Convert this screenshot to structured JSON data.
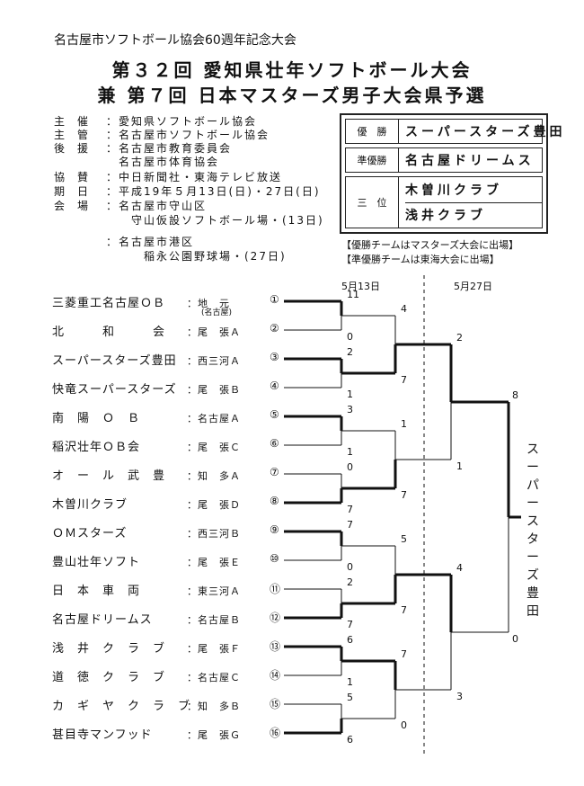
{
  "header": {
    "organizer_line": "名古屋市ソフトボール協会60週年記念大会",
    "title_line1": "第３２回 愛知県壮年ソフトボール大会",
    "title_line2": "兼 第７回 日本マスターズ男子大会県予選"
  },
  "info": [
    {
      "label": "主催",
      "value": "：愛知県ソフトボール協会"
    },
    {
      "label": "主管",
      "value": "：名古屋市ソフトボール協会"
    },
    {
      "label": "後援",
      "value": "：名古屋市教育委員会"
    },
    {
      "label": "",
      "value": "　名古屋市体育協会"
    },
    {
      "label": "協賛",
      "value": "：中日新聞社・東海テレビ放送"
    },
    {
      "label": "期日",
      "value": "：平成19年５月13日(日)・27日(日)"
    },
    {
      "label": "会場",
      "value": "：名古屋市守山区"
    },
    {
      "label": "",
      "value": "　　守山仮設ソフトボール場・(13日)"
    },
    {
      "label": "",
      "value": "：名古屋市港区"
    },
    {
      "label": "",
      "value": "　　　稲永公園野球場・(27日)"
    }
  ],
  "results": {
    "rows": [
      {
        "label": "優　勝",
        "value": "スーパースターズ豊田"
      },
      {
        "label": "準優勝",
        "value": "名古屋ドリームス"
      },
      {
        "label": "三　位",
        "value": "木曽川クラブ"
      },
      {
        "label": "",
        "value": "浅井クラブ"
      }
    ]
  },
  "notes": [
    "【優勝チームはマスターズ大会に出場】",
    "【準優勝チームは東海大会に出場】"
  ],
  "dates": {
    "day1": "5月13日",
    "day2": "5月27日"
  },
  "teams": [
    {
      "name": "三菱重工名古屋ＯＢ",
      "region": "：地　元",
      "region2": "(名古屋)",
      "num": "①"
    },
    {
      "name": "北　　　和　　　会",
      "region": "：尾　張Ａ",
      "num": "②"
    },
    {
      "name": "スーパースターズ豊田",
      "region": "：西三河Ａ",
      "num": "③"
    },
    {
      "name": "快竜スーパースターズ",
      "region": "：尾　張Ｂ",
      "num": "④"
    },
    {
      "name": "南　陽　Ｏ　Ｂ",
      "region": "：名古屋Ａ",
      "num": "⑤"
    },
    {
      "name": "稲沢壮年ＯＢ会",
      "region": "：尾　張Ｃ",
      "num": "⑥"
    },
    {
      "name": "オ　ー　ル　武　豊",
      "region": "：知　多Ａ",
      "num": "⑦"
    },
    {
      "name": "木曽川クラブ",
      "region": "：尾　張Ｄ",
      "num": "⑧"
    },
    {
      "name": "ＯＭスターズ",
      "region": "：西三河Ｂ",
      "num": "⑨"
    },
    {
      "name": "豊山壮年ソフト",
      "region": "：尾　張Ｅ",
      "num": "⑩"
    },
    {
      "name": "日　本　車　両",
      "region": "：東三河Ａ",
      "num": "⑪"
    },
    {
      "name": "名古屋ドリームス",
      "region": "：名古屋Ｂ",
      "num": "⑫"
    },
    {
      "name": "浅　井　ク　ラ　ブ",
      "region": "：尾　張Ｆ",
      "num": "⑬"
    },
    {
      "name": "道　徳　ク　ラ　ブ",
      "region": "：名古屋Ｃ",
      "num": "⑭"
    },
    {
      "name": "カ　ギ　ヤ　ク　ラ　ブ",
      "region": "：知　多Ｂ",
      "num": "⑮"
    },
    {
      "name": "甚目寺マンフッド",
      "region": "：尾　張Ｇ",
      "num": "⑯"
    }
  ],
  "r1_scores": [
    "11",
    "0",
    "2",
    "1",
    "3",
    "1",
    "0",
    "7",
    "7",
    "0",
    "2",
    "7",
    "6",
    "1",
    "5",
    "6"
  ],
  "r2_scores": [
    "4",
    "7",
    "1",
    "7",
    "5",
    "7",
    "7",
    "0"
  ],
  "r3_scores": [
    "2",
    "1",
    "4",
    "3"
  ],
  "final_scores": [
    "8",
    "0"
  ],
  "champion_vertical": "スーパースターズ豊田"
}
